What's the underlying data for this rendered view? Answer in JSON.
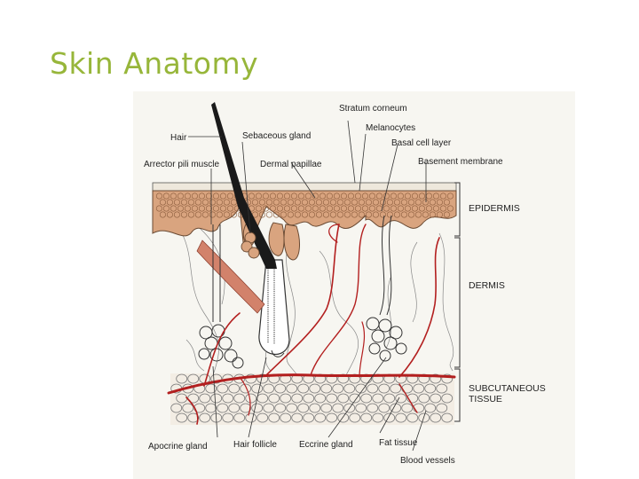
{
  "slide": {
    "title": "Skin Anatomy"
  },
  "diagram": {
    "labels": {
      "stratum_corneum": "Stratum corneum",
      "melanocytes": "Melanocytes",
      "hair": "Hair",
      "sebaceous_gland": "Sebaceous gland",
      "basal_cell_layer": "Basal cell layer",
      "basement_membrane": "Basement membrane",
      "arrector_pili_muscle": "Arrector pili muscle",
      "dermal_papillae": "Dermal papillae",
      "apocrine_gland": "Apocrine gland",
      "hair_follicle": "Hair follicle",
      "eccrine_gland": "Eccrine gland",
      "fat_tissue": "Fat tissue",
      "blood_vessels": "Blood vessels"
    },
    "layers": {
      "epidermis": "EPIDERMIS",
      "dermis": "DERMIS",
      "subcutaneous_line1": "SUBCUTANEOUS",
      "subcutaneous_line2": "TISSUE"
    },
    "colors": {
      "title": "#97b63a",
      "epidermis": "#d9a47f",
      "vessel": "#b31f1f",
      "muscle": "#d2826b",
      "fat": "#f3ede4"
    }
  }
}
